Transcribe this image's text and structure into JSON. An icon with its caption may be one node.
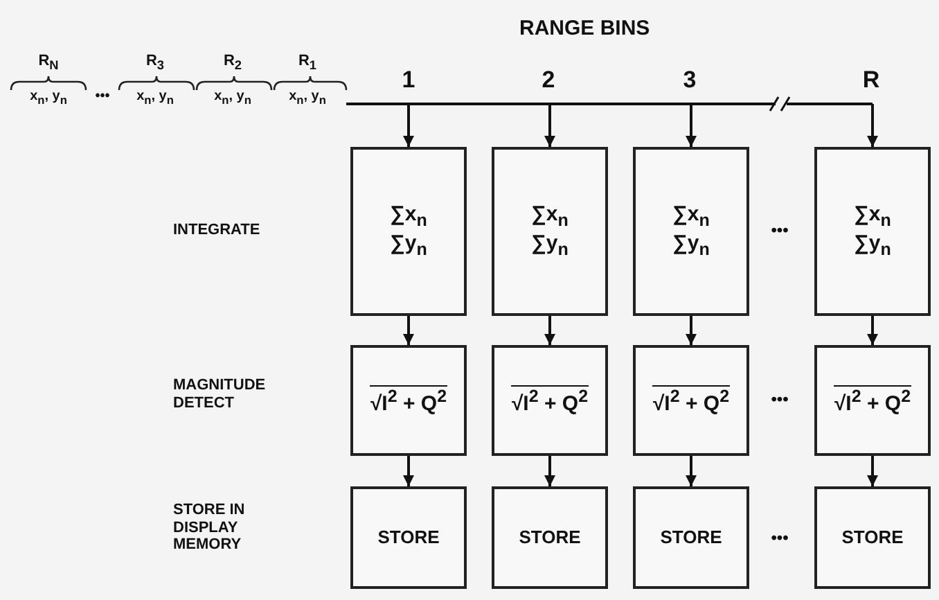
{
  "diagram": {
    "nodes": [
      {
        "text": [
          "∑x$_{n}$ ∑y$_{n}$"
        ]
      },
      {
        "text": [
          "∑x$_{n}$ ∑y$_{n}$"
        ]
      },
      {
        "text": [
          "∑x$_{n}$ ∑y$_{n}$"
        ]
      },
      {
        "text": [
          "∑x$_{n}$ ∑y$_{n}$"
        ]
      },
      {
        "text": [
          "√I$^{2}$ + Q$^{2}$"
        ]
      },
      {
        "text": [
          "√I$^{2}$ + Q$^{2}$"
        ]
      },
      {
        "text": [
          "√I$^{2}$ + Q$^{2}$"
        ]
      },
      {
        "text": [
          "√I$^{2}$ + Q$^{2}$"
        ]
      },
      {
        "text": [
          "STORE"
        ]
      },
      {
        "text": [
          "STORE"
        ]
      },
      {
        "text": [
          "STORE"
        ]
      },
      {
        "text": [
          "STORE"
        ]
      }
    ],
    "edges": [
      {
        "from": null,
        "to": 0,
        "arrow": "to"
      },
      {
        "from": null,
        "to": 1,
        "arrow": "to"
      },
      {
        "from": null,
        "to": 2,
        "arrow": "to"
      },
      {
        "from": null,
        "to": 3,
        "arrow": "to"
      },
      {
        "from": 0,
        "to": 4,
        "arrow": "to"
      },
      {
        "from": 1,
        "to": 5,
        "arrow": "to"
      },
      {
        "from": 2,
        "to": 6,
        "arrow": "to"
      },
      {
        "from": 3,
        "to": 7,
        "arrow": "to"
      },
      {
        "from": 4,
        "to": 8,
        "arrow": "to"
      },
      {
        "from": 5,
        "to": 9,
        "arrow": "to"
      },
      {
        "from": 6,
        "to": 10,
        "arrow": "to"
      },
      {
        "from": 7,
        "to": 11,
        "arrow": "to"
      }
    ],
    "labels": [
      "RANGE BINS",
      "R$_{N}$",
      "R$_{3}$",
      "R$_{2}$",
      "R$_{1}$",
      "1",
      "2",
      "3",
      "R",
      "x$_{n}$, y$_{n}$",
      "•••",
      "x$_{n}$, y$_{n}$",
      "x$_{n}$, y$_{n}$",
      "x$_{n}$, y$_{n}$",
      "INTEGRATE",
      "•••",
      "MAGNITUDE DETECT",
      "•••",
      "STORE IN DISPLAY MEMORY",
      "•••"
    ]
  }
}
